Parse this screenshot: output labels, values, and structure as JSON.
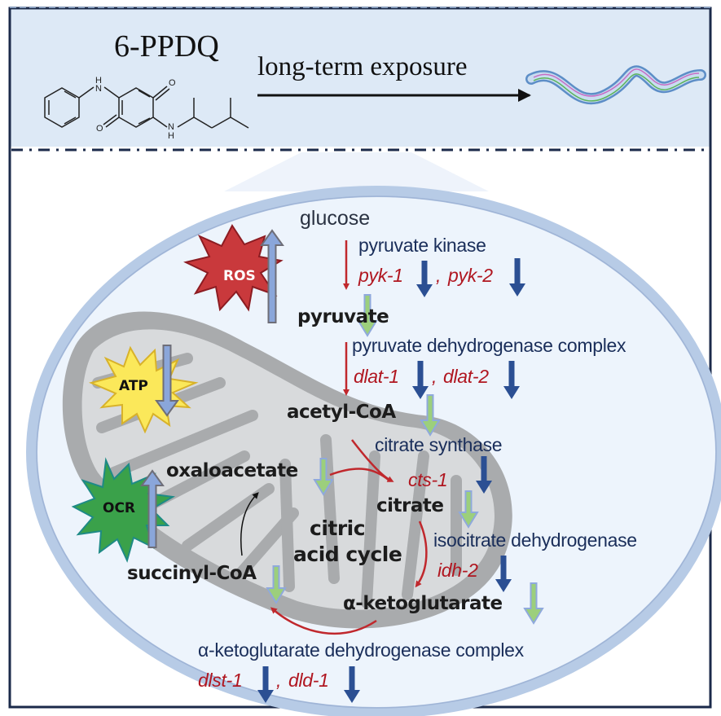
{
  "header": {
    "compound_name": "6-PPDQ",
    "exposure_label": "long-term exposure",
    "organism_icon": "c-elegans-worm-icon",
    "structure_atoms": {
      "amine_top": "H",
      "amine_top_n": "N",
      "amine_bottom_n": "N",
      "amine_bottom": "H",
      "oxygen_top": "O",
      "oxygen_bottom": "O"
    }
  },
  "indicators": [
    {
      "label": "ROS",
      "direction": "up",
      "color": "#c9393c"
    },
    {
      "label": "ATP",
      "direction": "down",
      "color": "#fbe85a"
    },
    {
      "label": "OCR",
      "direction": "up",
      "color": "#3aa14a"
    }
  ],
  "pathway": {
    "glucose": "glucose",
    "step1": {
      "enzyme": "pyruvate kinase",
      "genes": [
        "pyk-1",
        "pyk-2"
      ],
      "separator": ","
    },
    "pyruvate": "pyruvate",
    "step2": {
      "enzyme": "pyruvate dehydrogenase complex",
      "genes": [
        "dlat-1",
        "dlat-2"
      ],
      "separator": ","
    },
    "acetyl_coa": "acetyl-CoA",
    "step3": {
      "enzyme": "citrate synthase",
      "genes": [
        "cts-1"
      ]
    },
    "citrate": "citrate",
    "step4": {
      "enzyme": "isocitrate dehydrogenase",
      "genes": [
        "idh-2"
      ]
    },
    "akg": "α-ketoglutarate",
    "step5": {
      "enzyme": "α-ketoglutarate dehydrogenase complex",
      "genes": [
        "dlst-1",
        "dld-1"
      ],
      "separator": ","
    },
    "succinyl_coa": "succinyl-CoA",
    "oxaloacetate": "oxaloacetate",
    "cycle_label_1": "citric",
    "cycle_label_2": "acid cycle"
  },
  "colors": {
    "frame": "#1b2a4a",
    "header_bg": "#dde9f6",
    "cell_bg": "#edf4fc",
    "membrane": "#b7cbe6",
    "mito_outer": "#a9abad",
    "mito_inner": "#d8dadc",
    "flow_arrow": "#c0282d",
    "gene_down": "#2b4f93",
    "metab_down_fill": "#9ccf7c",
    "metab_down_stroke": "#8fa9dc",
    "indicator_arrow": "#8aa6da"
  }
}
